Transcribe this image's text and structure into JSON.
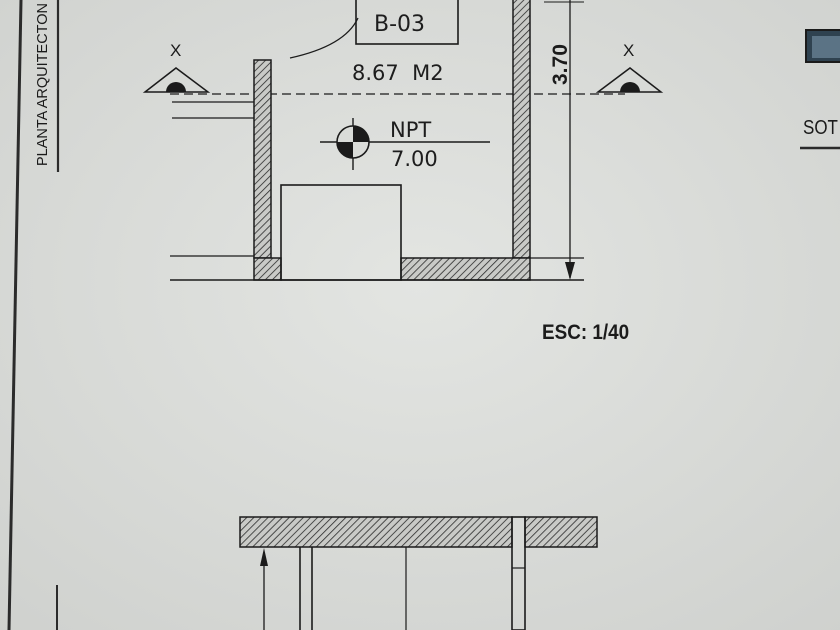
{
  "plan": {
    "side_title": "PLANTA ARQUITECTON",
    "room_code": "B-03",
    "room_area": "8.67  M2",
    "level_label": "NPT",
    "level_value": "7.00",
    "height_dim": "3.70",
    "section_mark_left": "X",
    "section_mark_right": "X",
    "scale_label": "ESC: 1/40",
    "right_edge_label": "SOT"
  },
  "colors": {
    "paper": "#dcdedb",
    "ink": "#1b1b1b",
    "wall_fill": "#9a9a9a"
  }
}
